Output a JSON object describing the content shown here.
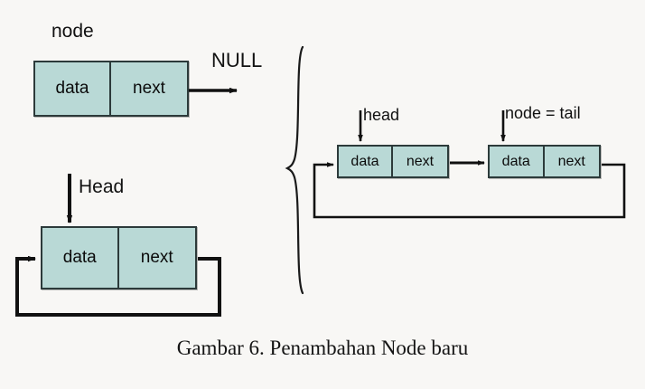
{
  "figure": {
    "caption": "Gambar 6. Penambahan Node baru",
    "background_color": "#f8f7f5",
    "node_fill_color": "#b9d9d6",
    "node_border_color": "#2c3a3a",
    "stroke_color": "#111111"
  },
  "diagrams": {
    "single_node": {
      "title": "node",
      "terminator_label": "NULL",
      "node": {
        "data_label": "data",
        "next_label": "next"
      }
    },
    "circular_one_node": {
      "pointer_label": "Head",
      "node": {
        "data_label": "data",
        "next_label": "next"
      }
    },
    "circular_two_nodes": {
      "pointer_labels": {
        "first": "head",
        "second": "node = tail"
      },
      "nodes": [
        {
          "data_label": "data",
          "next_label": "next"
        },
        {
          "data_label": "data",
          "next_label": "next"
        }
      ]
    }
  },
  "brace": {
    "symbol": "}"
  }
}
